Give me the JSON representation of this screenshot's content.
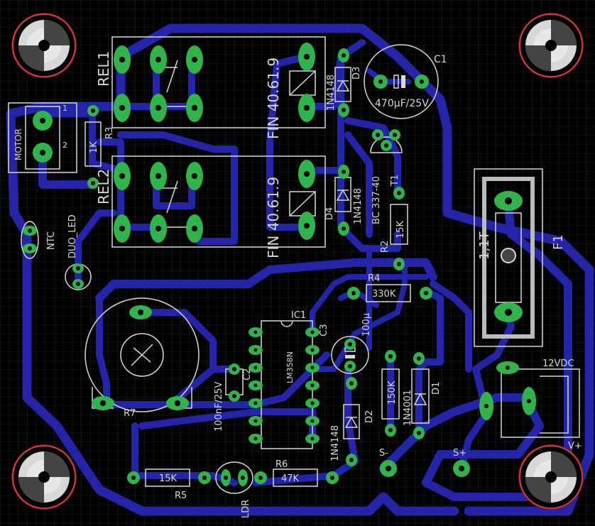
{
  "labels": {
    "rel1": "REL1",
    "rel2": "REL2",
    "fin1": "FIN 40.61.9",
    "fin2": "FIN 40.61.9",
    "d3_part": "1N4148",
    "d3": "D3",
    "d4_part": "1N4148",
    "d4": "D4",
    "c1": "C1",
    "c1_value": "470µF/25V",
    "t1_part": "BC 337-40",
    "t1": "T1",
    "r2": "R2",
    "r2_value": "15K",
    "r4": "R4",
    "r4_value": "330K",
    "ic1": "IC1",
    "ic1_part": "LM358N",
    "c3": "C3",
    "c3_value": "100µ",
    "c2": "C2",
    "c2_value": "100nF/25V",
    "r7": "R7",
    "d2": "D2",
    "d2_part": "1N4148",
    "r1_value": "150K",
    "d1_part": "1N4001",
    "d1": "D1",
    "r5": "R5",
    "r5_value": "15K",
    "r6": "R6",
    "r6_value": "47K",
    "ldr": "LDR",
    "motor": "MOTOR",
    "motor_pin1": "1",
    "motor_pin2": "2",
    "r3": "R3",
    "r3_value": "1K",
    "ntc": "NTC",
    "duo_led": "DUO_LED",
    "fuse": "F1",
    "fuse_value": "1,1T",
    "power": "12VDC",
    "v_plus": "V+",
    "s_minus": "S-",
    "s_plus": "S+"
  },
  "colors": {
    "background": "#000000",
    "grid": "#333333",
    "trace": "#2424a8",
    "pad": "#2fb34a",
    "silkscreen": "#d8d8d8",
    "mounting_hole": "#ee4444"
  }
}
